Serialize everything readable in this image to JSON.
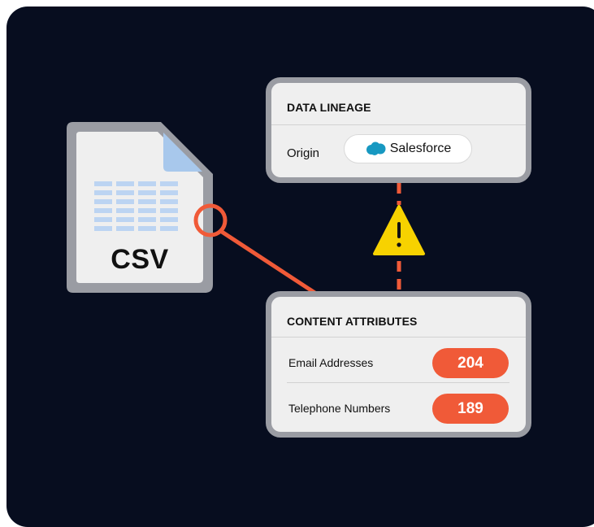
{
  "file": {
    "label": "CSV",
    "icon": "csv-file-icon"
  },
  "lineage": {
    "title": "DATA LINEAGE",
    "origin_label": "Origin",
    "origin_value": "Salesforce",
    "origin_icon": "salesforce-cloud-icon"
  },
  "attributes": {
    "title": "CONTENT ATTRIBUTES",
    "rows": [
      {
        "label": "Email Addresses",
        "count": "204"
      },
      {
        "label": "Telephone Numbers",
        "count": "189"
      }
    ]
  },
  "warning_icon": "warning-triangle-icon",
  "colors": {
    "background": "#070d1f",
    "accent": "#f05a38",
    "warning": "#f7d200",
    "card": "#efefef",
    "card_border": "#9a9ca3",
    "salesforce_blue": "#1798c1"
  }
}
